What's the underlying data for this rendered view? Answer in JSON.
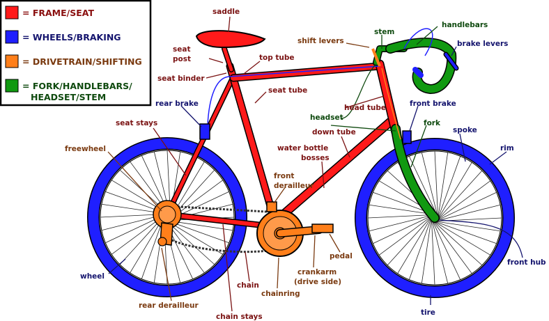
{
  "legend": {
    "items": [
      {
        "color": "#ff1a1a",
        "text": "= FRAME/SEAT",
        "text_color": "#8a0f0f"
      },
      {
        "color": "#1f1fff",
        "text": "= WHEELS/BRAKING",
        "text_color": "#14146e"
      },
      {
        "color": "#ff7f1a",
        "text": "= DRIVETRAIN/SHIFTING",
        "text_color": "#7a3a10"
      },
      {
        "color": "#119911",
        "text_line1": "= FORK/HANDLEBARS/",
        "text_line2": "HEADSET/STEM",
        "text_color": "#0f4a0f"
      }
    ]
  },
  "labels": {
    "saddle": "saddle",
    "seat_post_1": "seat",
    "seat_post_2": "post",
    "seat_binder": "seat binder",
    "top_tube": "top tube",
    "seat_tube": "seat tube",
    "rear_brake": "rear brake",
    "seat_stays": "seat stays",
    "freewheel": "freewheel",
    "shift_levers": "shift levers",
    "stem": "stem",
    "handlebars": "handlebars",
    "brake_levers": "brake levers",
    "headset": "headset",
    "head_tube": "head tube",
    "front_brake": "front brake",
    "fork": "fork",
    "spoke": "spoke",
    "rim": "rim",
    "down_tube": "down tube",
    "water_bottle_1": "water bottle",
    "water_bottle_2": "bosses",
    "front_derailleur_1": "front",
    "front_derailleur_2": "derailleur",
    "pedal": "pedal",
    "crankarm_1": "crankarm",
    "crankarm_2": "(drive side)",
    "chainring": "chainring",
    "chain": "chain",
    "wheel": "wheel",
    "rear_derailleur": "rear derailleur",
    "chain_stays": "chain stays",
    "front_hub": "front hub",
    "tire": "tire"
  },
  "colors": {
    "frame": "#ff1a1a",
    "wheels": "#1f1fff",
    "drivetrain": "#ff7f1a",
    "fork": "#119911"
  }
}
